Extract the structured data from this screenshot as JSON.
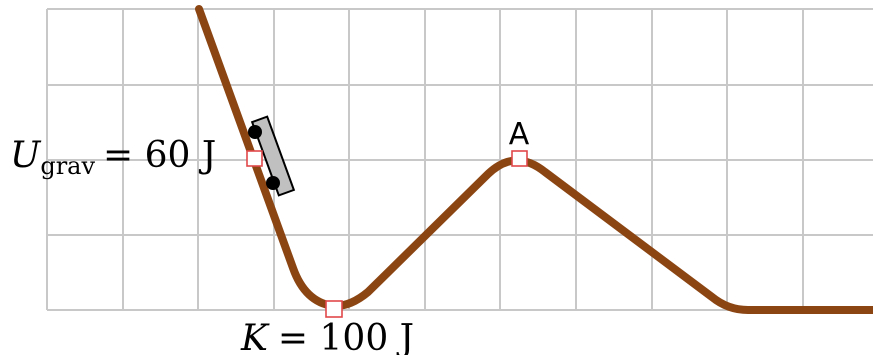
{
  "colors": {
    "track": "#8b4513",
    "grid": "#c8c8c8",
    "cart": "#c0c0c0",
    "marker_stroke": "#e0484a"
  },
  "labels": {
    "potential_symbol": "U",
    "potential_subscript": "grav",
    "potential_value": "= 60 J",
    "kinetic_symbol": "K",
    "kinetic_value": "= 100 J",
    "point_a": "A"
  }
}
